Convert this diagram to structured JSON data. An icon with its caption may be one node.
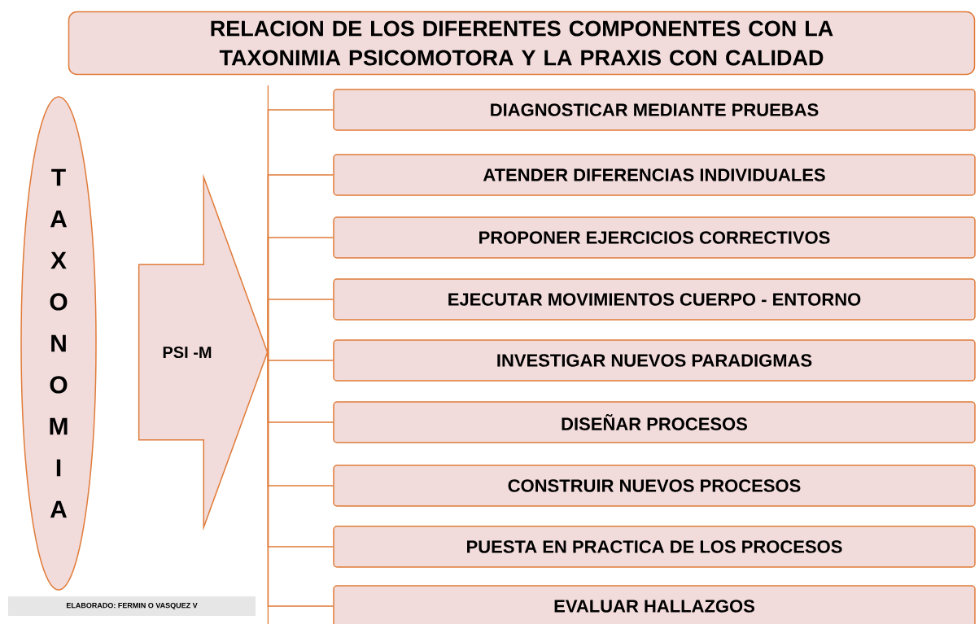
{
  "diagram": {
    "nodes": [
      {
        "text": [
          "RELACION DE LOS DIFERENTES COMPONENTES CON LA TAXONIMIA PSICOMOTORA Y LA PRAXIS CON CALIDAD"
        ]
      },
      {
        "text": [
          "TAXONOMIA"
        ]
      },
      {
        "text": [
          "PSI -M"
        ]
      },
      {
        "text": [
          "DIAGNOSTICAR MEDIANTE PRUEBAS"
        ]
      },
      {
        "text": [
          "ATENDER DIFERENCIAS INDIVIDUALES"
        ]
      },
      {
        "text": [
          "PROPONER EJERCICIOS CORRECTIVOS"
        ]
      },
      {
        "text": [
          "EJECUTAR MOVIMIENTOS CUERPO - ENTORNO"
        ]
      },
      {
        "text": [
          "INVESTIGAR NUEVOS PARADIGMAS"
        ]
      },
      {
        "text": [
          "DISEÑAR PROCESOS"
        ]
      },
      {
        "text": [
          "CONSTRUIR NUEVOS PROCESOS"
        ]
      },
      {
        "text": [
          "PUESTA EN PRACTICA DE LOS PROCESOS"
        ]
      },
      {
        "text": [
          "EVALUAR HALLAZGOS"
        ]
      },
      {
        "text": [
          "ELABORADO: FERMIN O VASQUEZ V"
        ]
      }
    ],
    "edges": [
      {
        "from": 2,
        "to": 3,
        "arrow": "none"
      },
      {
        "from": 2,
        "to": 4,
        "arrow": "none"
      },
      {
        "from": 2,
        "to": 5,
        "arrow": "none"
      },
      {
        "from": 2,
        "to": 6,
        "arrow": "none"
      },
      {
        "from": 2,
        "to": 7,
        "arrow": "none"
      },
      {
        "from": 2,
        "to": 8,
        "arrow": "none"
      },
      {
        "from": 2,
        "to": 9,
        "arrow": "none"
      },
      {
        "from": 2,
        "to": 10,
        "arrow": "none"
      },
      {
        "from": 2,
        "to": 11,
        "arrow": "none"
      }
    ]
  }
}
